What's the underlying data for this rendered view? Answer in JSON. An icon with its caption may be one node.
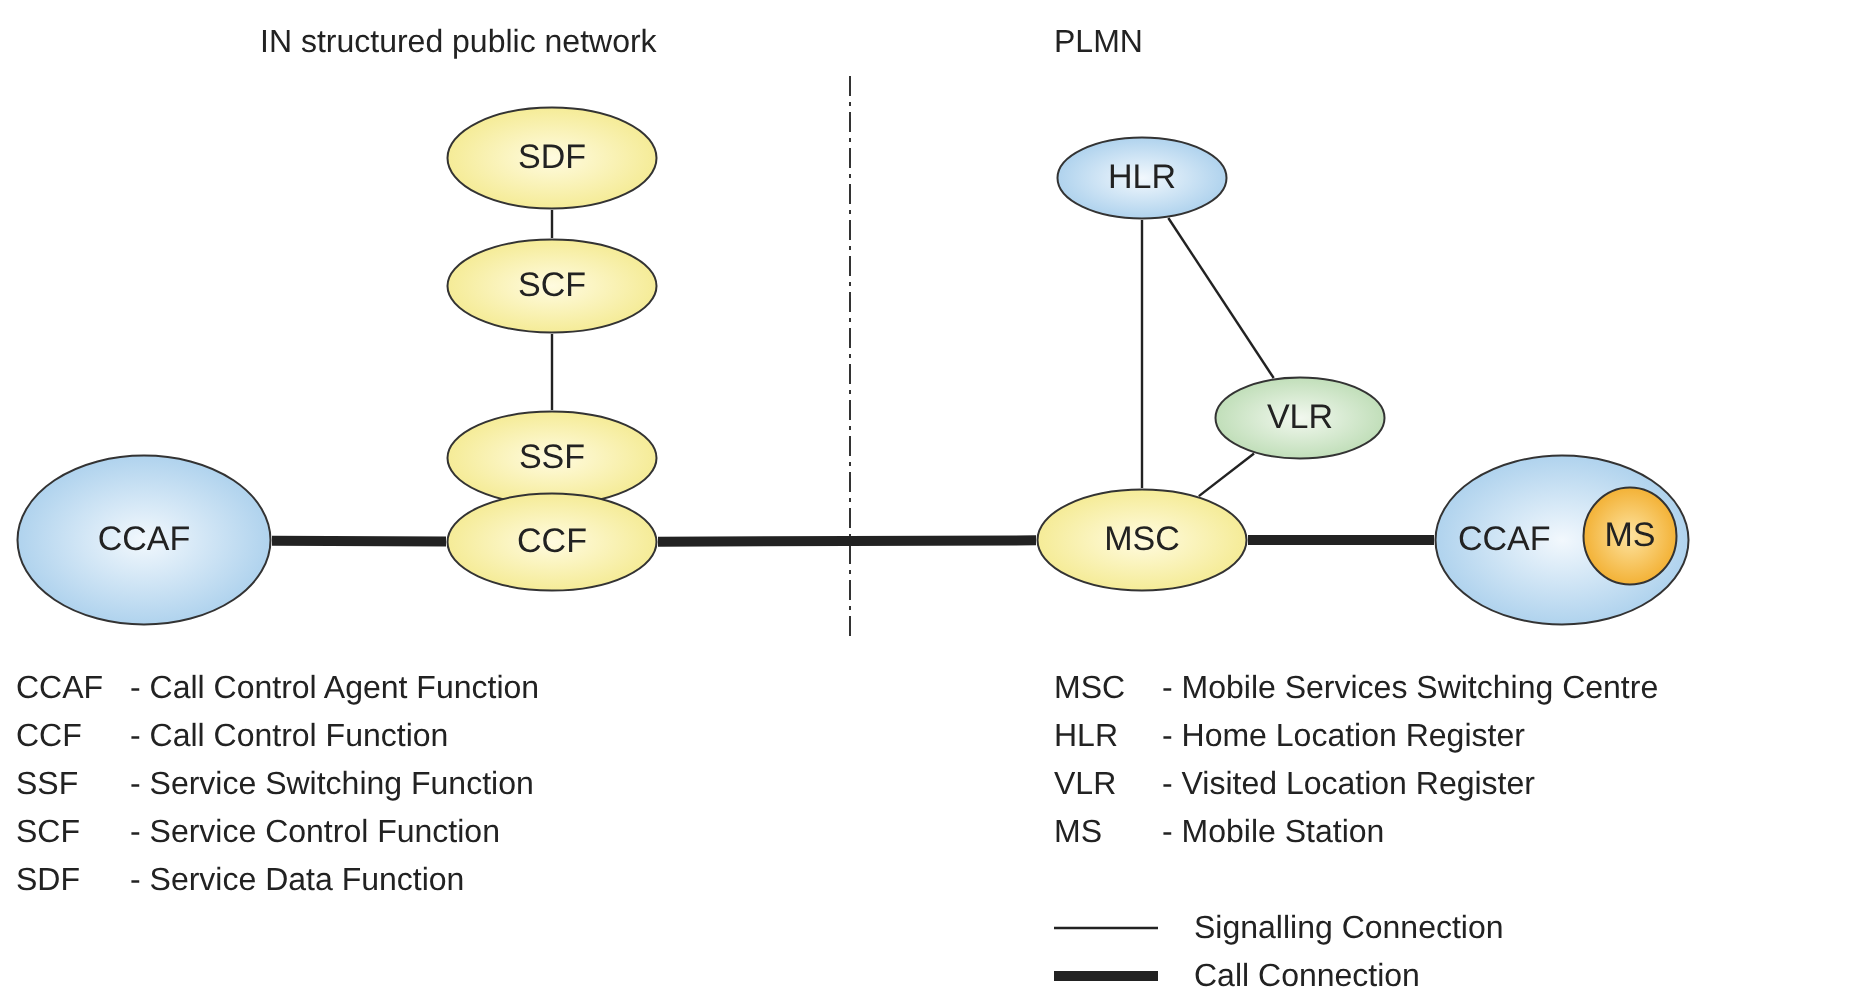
{
  "diagram": {
    "nodes": [
      {
        "text": [
          "SDF"
        ]
      },
      {
        "text": [
          "SCF"
        ]
      },
      {
        "text": [
          "SSF"
        ]
      },
      {
        "text": [
          "CCF"
        ]
      },
      {
        "text": [
          "CCAF"
        ]
      },
      {
        "text": [
          "HLR"
        ]
      },
      {
        "text": [
          "VLR"
        ]
      },
      {
        "text": [
          "MSC"
        ]
      },
      {
        "text": [
          "CCAF"
        ]
      },
      {
        "text": [
          "MS"
        ],
        "in": 8
      }
    ],
    "edges": [
      {
        "from": 0,
        "to": 1,
        "arrow": "none"
      },
      {
        "from": 1,
        "to": 2,
        "arrow": "none"
      },
      {
        "from": 4,
        "to": 3,
        "arrow": "none",
        "style": "thick"
      },
      {
        "from": 3,
        "to": 7,
        "arrow": "none",
        "style": "thick"
      },
      {
        "from": 7,
        "to": 8,
        "arrow": "none",
        "style": "thick"
      },
      {
        "from": 5,
        "to": 7,
        "arrow": "none"
      },
      {
        "from": 5,
        "to": 6,
        "arrow": "none"
      },
      {
        "from": 6,
        "to": 7,
        "arrow": "none"
      }
    ],
    "labels": [
      "IN structured public network",
      "PLMN",
      "CCAF",
      "- Call Control Agent Function",
      "CCF",
      "- Call Control Function",
      "SSF",
      "- Service Switching Function",
      "SCF",
      "- Service Control Function",
      "SDF",
      "- Service Data Function",
      "MSC",
      "- Mobile Services Switching Centre",
      "HLR",
      "- Home Location Register",
      "VLR",
      "- Visited Location Register",
      "MS",
      "- Mobile Station"
    ],
    "legend": [
      {
        "text": "Signalling Connection"
      },
      {
        "text": "Call Connection"
      }
    ]
  }
}
